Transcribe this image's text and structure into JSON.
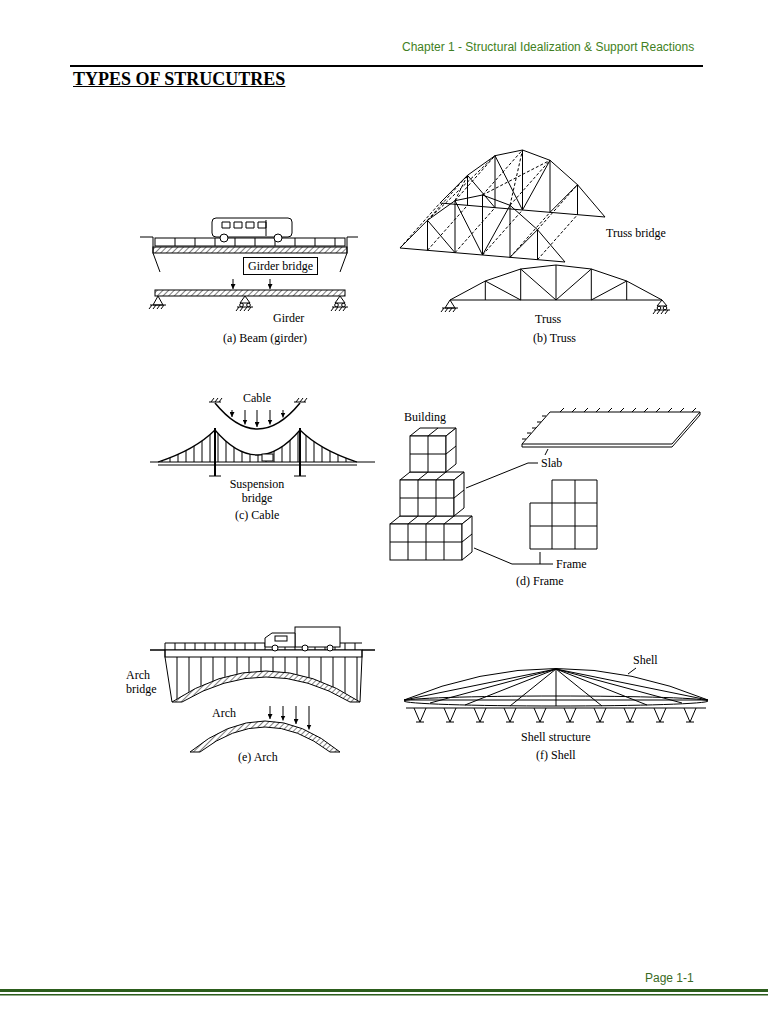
{
  "diagram": {
    "title": "TYPES OF STRUCUTRES",
    "nodes": [
      {
        "text": [
          "Girder bridge"
        ]
      }
    ],
    "labels": [
      "Chapter 1 - Structural Idealization & Support Reactions",
      "Girder",
      "(a) Beam (girder)",
      "Truss bridge",
      "Truss",
      "(b) Truss",
      "Cable",
      "Suspension bridge",
      "(c) Cable",
      "Building",
      "Slab",
      "Frame",
      "(d) Frame",
      "Arch bridge",
      "Arch",
      "(e) Arch",
      "Shell",
      "Shell structure",
      "(f) Shell",
      "Page 1-1"
    ]
  }
}
